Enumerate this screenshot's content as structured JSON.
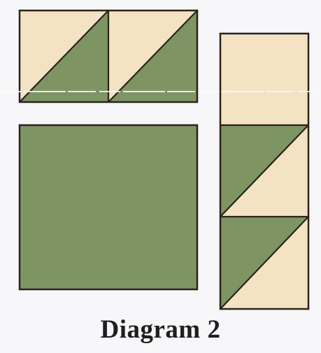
{
  "caption": "Diagram 2",
  "colors": {
    "background": "#f7f7f9",
    "fabric_green": "#7c9563",
    "fabric_cream": "#f4e3c2",
    "outline": "#2a221c",
    "scan_streak": "#fbfbf6"
  },
  "blocks": [
    {
      "name": "top-left-hst-unit",
      "kind": "half-square-triangle-pair",
      "orientation": "horizontal"
    },
    {
      "name": "large-green-square",
      "kind": "solid-square"
    },
    {
      "name": "right-vertical-strip",
      "kind": "square-plus-half-square-triangles",
      "orientation": "vertical"
    }
  ]
}
